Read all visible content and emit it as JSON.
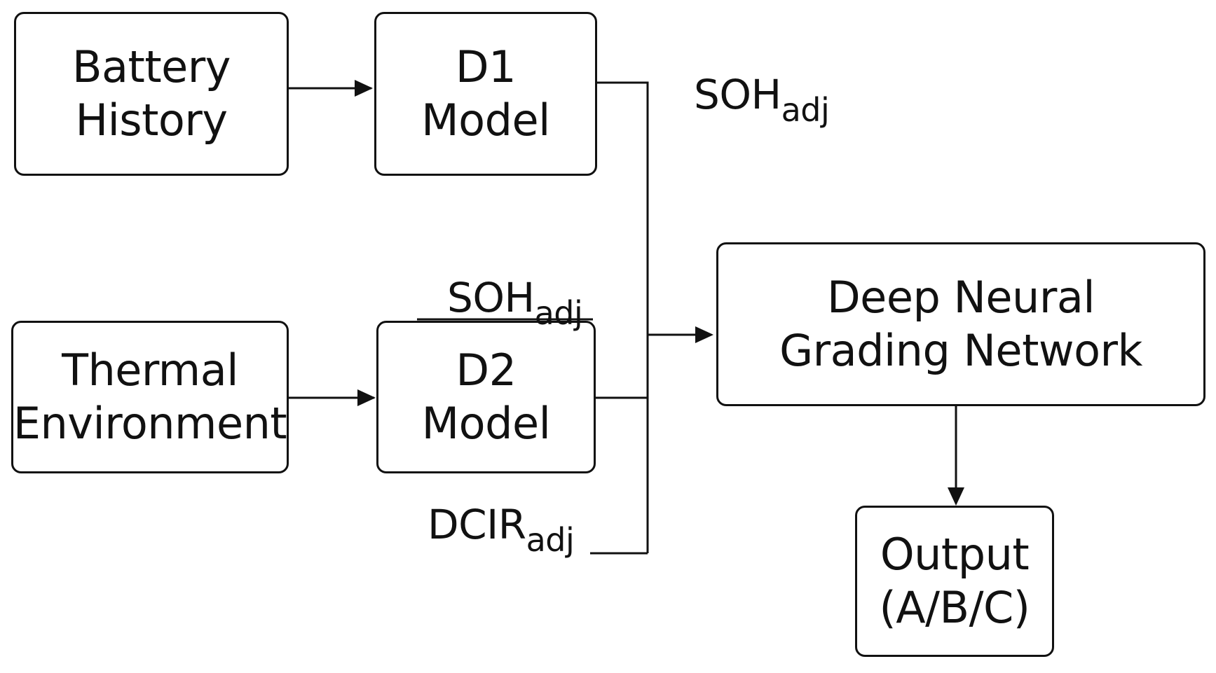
{
  "boxes": {
    "battery_history": {
      "line1": "Battery",
      "line2": "History"
    },
    "thermal_environment": {
      "line1": "Thermal",
      "line2": "Environment"
    },
    "d1_model": {
      "line1": "D1",
      "line2": "Model"
    },
    "d2_model": {
      "line1": "D2",
      "line2": "Model"
    },
    "dngn": {
      "line1": "Deep Neural",
      "line2": "Grading Network"
    },
    "output": {
      "line1": "Output",
      "line2": "(A/B/C)"
    }
  },
  "labels": {
    "soh_top": {
      "base": "SOH",
      "sub": "adj"
    },
    "soh_mid": {
      "base": "SOH",
      "sub": "adj"
    },
    "dcir": {
      "base": "DCIR",
      "sub": "adj"
    }
  }
}
